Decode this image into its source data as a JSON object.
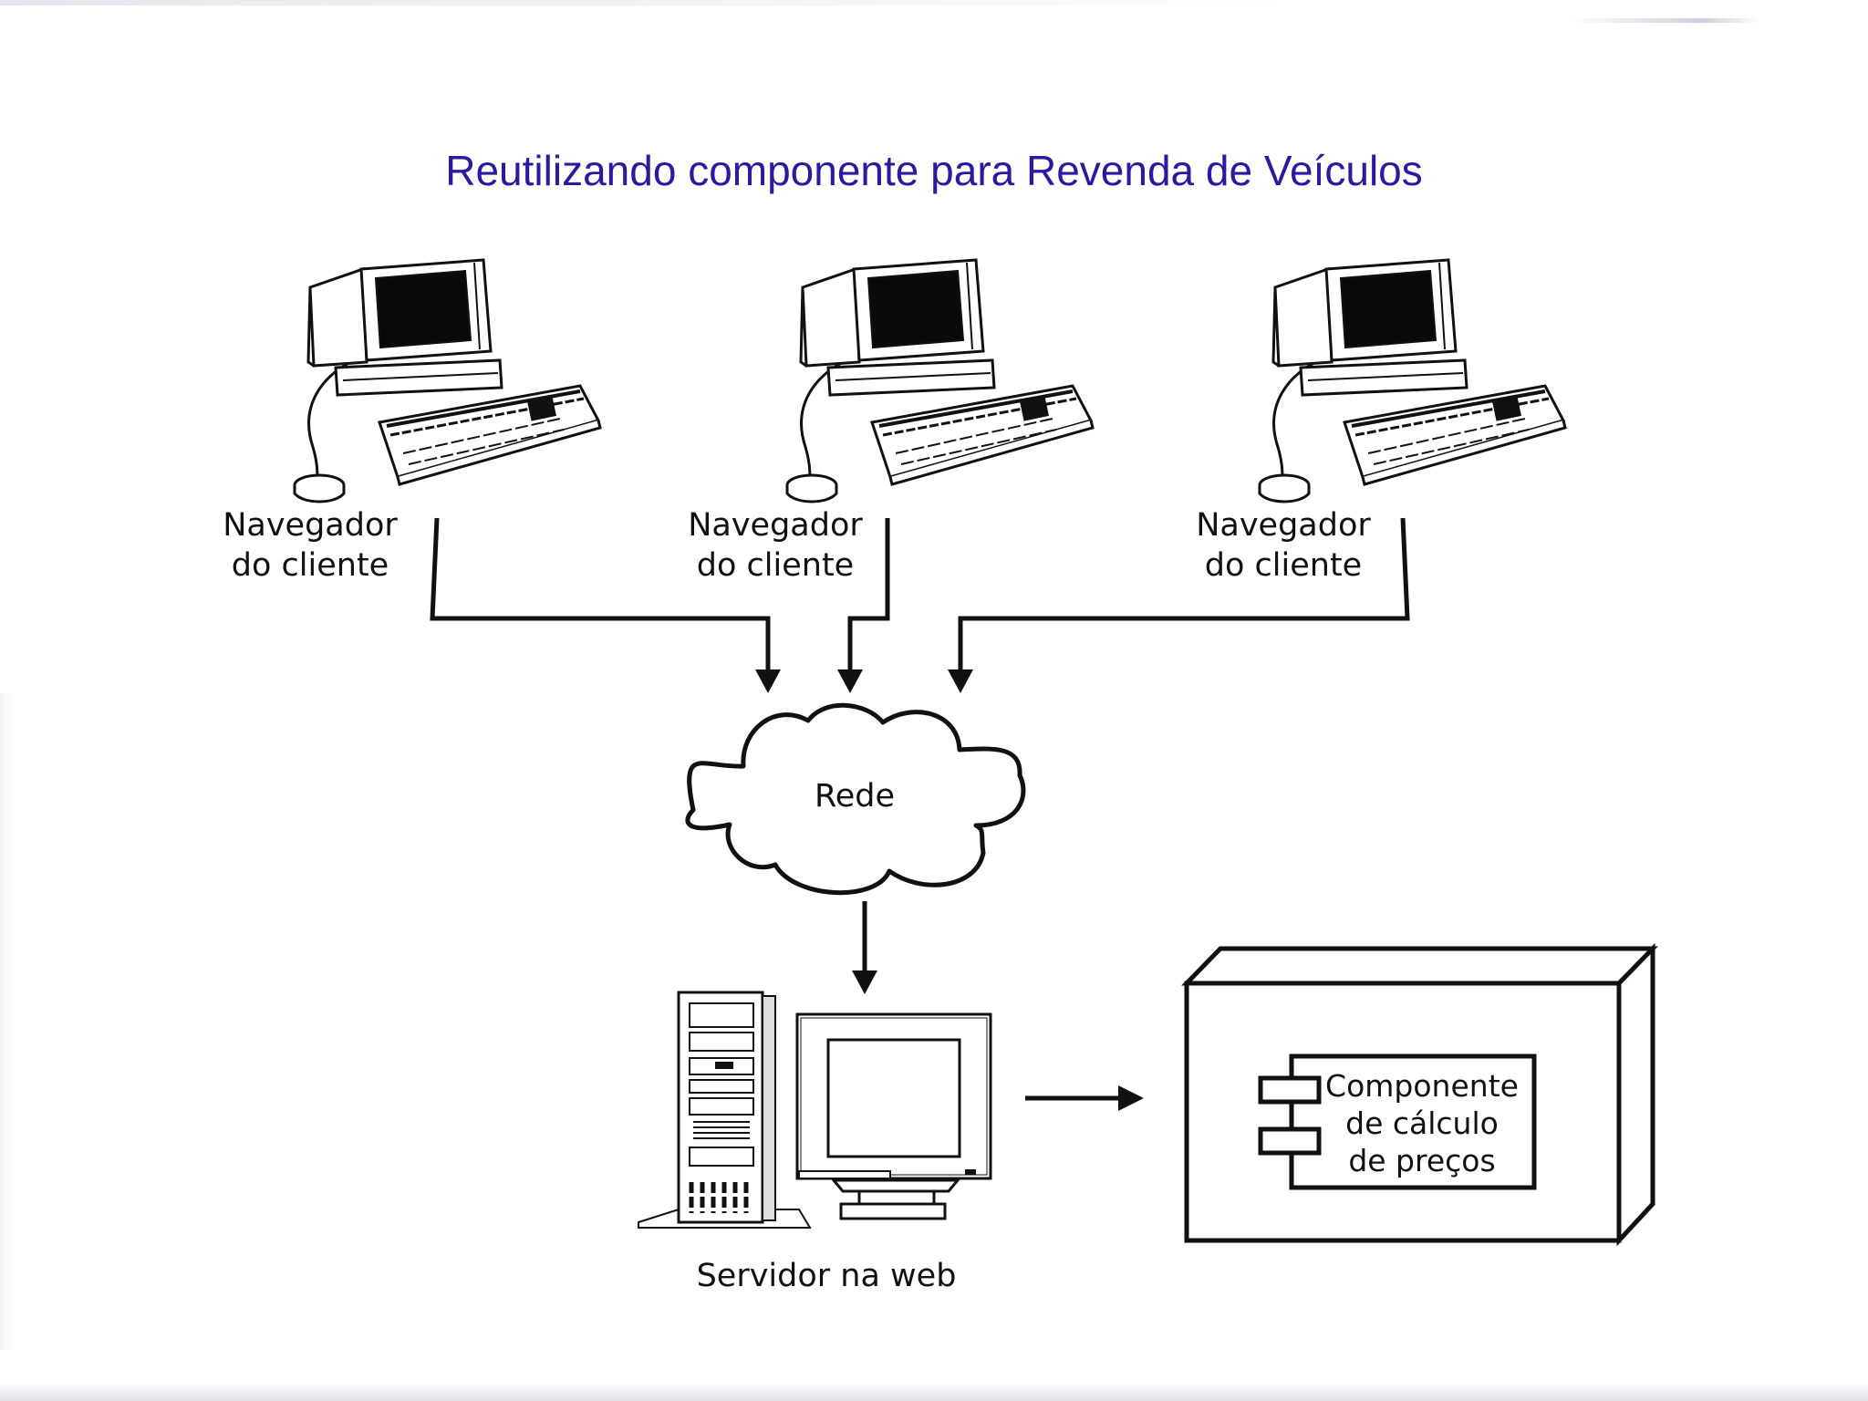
{
  "slide": {
    "title": "Reutilizando componente para Revenda de Veículos"
  },
  "diagram": {
    "clients": [
      {
        "label_line1": "Navegador",
        "label_line2": "do cliente"
      },
      {
        "label_line1": "Navegador",
        "label_line2": "do cliente"
      },
      {
        "label_line1": "Navegador",
        "label_line2": "do cliente"
      }
    ],
    "network": {
      "label": "Rede"
    },
    "server": {
      "label": "Servidor na web"
    },
    "component": {
      "line1": "Componente",
      "line2": "de cálculo",
      "line3": "de preços"
    }
  },
  "colors": {
    "title": "#2a1aa0",
    "lines": "#111111"
  },
  "icons": [
    "client-computer-icon",
    "network-cloud-icon",
    "server-tower-icon",
    "server-monitor-icon",
    "deployment-node-icon",
    "component-icon"
  ]
}
